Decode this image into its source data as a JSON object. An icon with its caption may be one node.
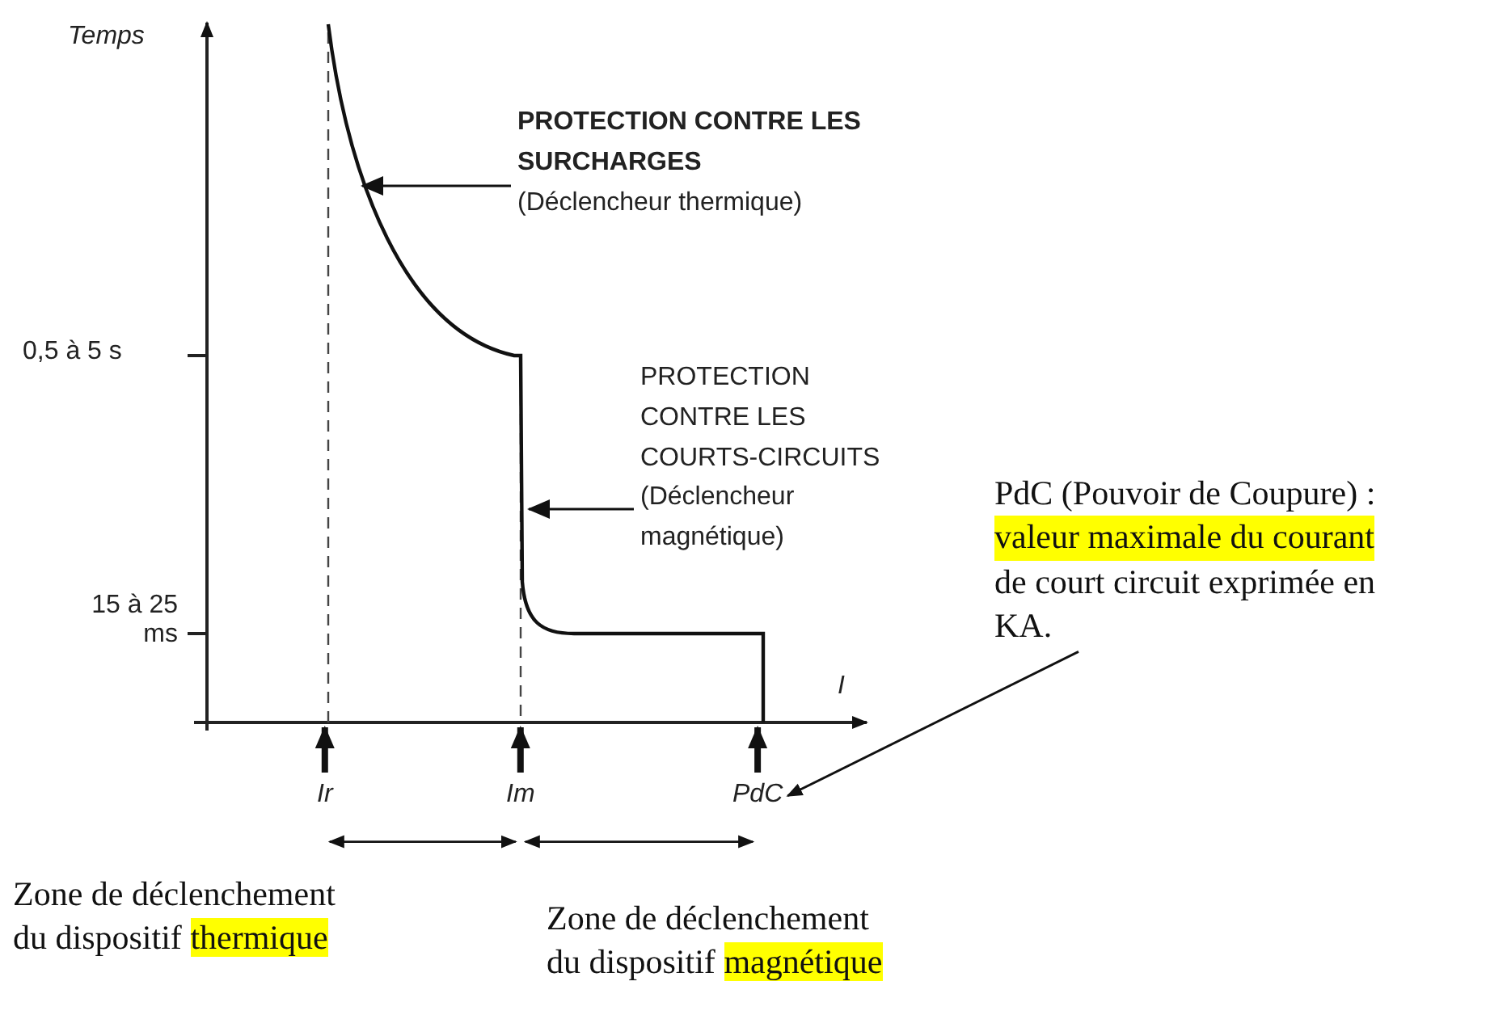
{
  "diagram": {
    "nodes": [
      {
        "text": [
          "PROTECTION CONTRE LES SURCHARGES",
          "(Déclencheur thermique)"
        ]
      },
      {
        "text": [
          "PROTECTION CONTRE LES COURTS-CIRCUITS",
          "(Déclencheur magnétique)"
        ]
      },
      {
        "text": [
          "PdC (Pouvoir de Coupure) :",
          "valeur maximale du courant",
          "de court circuit exprimée en KA."
        ]
      },
      {
        "text": [
          "Ir"
        ]
      },
      {
        "text": [
          "Im"
        ]
      },
      {
        "text": [
          "PdC"
        ]
      },
      {
        "text": [
          "Zone de déclenchement du dispositif",
          "thermique"
        ]
      },
      {
        "text": [
          "Zone de déclenchement du dispositif",
          "magnétique"
        ]
      }
    ],
    "edges": [
      {
        "from": 0,
        "to": null,
        "arrow": "to"
      },
      {
        "from": 1,
        "to": null,
        "arrow": "to"
      },
      {
        "from": 2,
        "to": 5,
        "arrow": "to"
      },
      {
        "from": 3,
        "to": null,
        "arrow": "to",
        "style": "thick"
      },
      {
        "from": 4,
        "to": null,
        "arrow": "to",
        "style": "thick"
      },
      {
        "from": 5,
        "to": null,
        "arrow": "to",
        "style": "thick"
      },
      {
        "from": 3,
        "to": 4,
        "arrow": "both"
      },
      {
        "from": 4,
        "to": 5,
        "arrow": "both"
      }
    ],
    "labels": [
      "Temps",
      "0,5 à 5 s",
      "15 à 25 ms",
      "I"
    ]
  }
}
